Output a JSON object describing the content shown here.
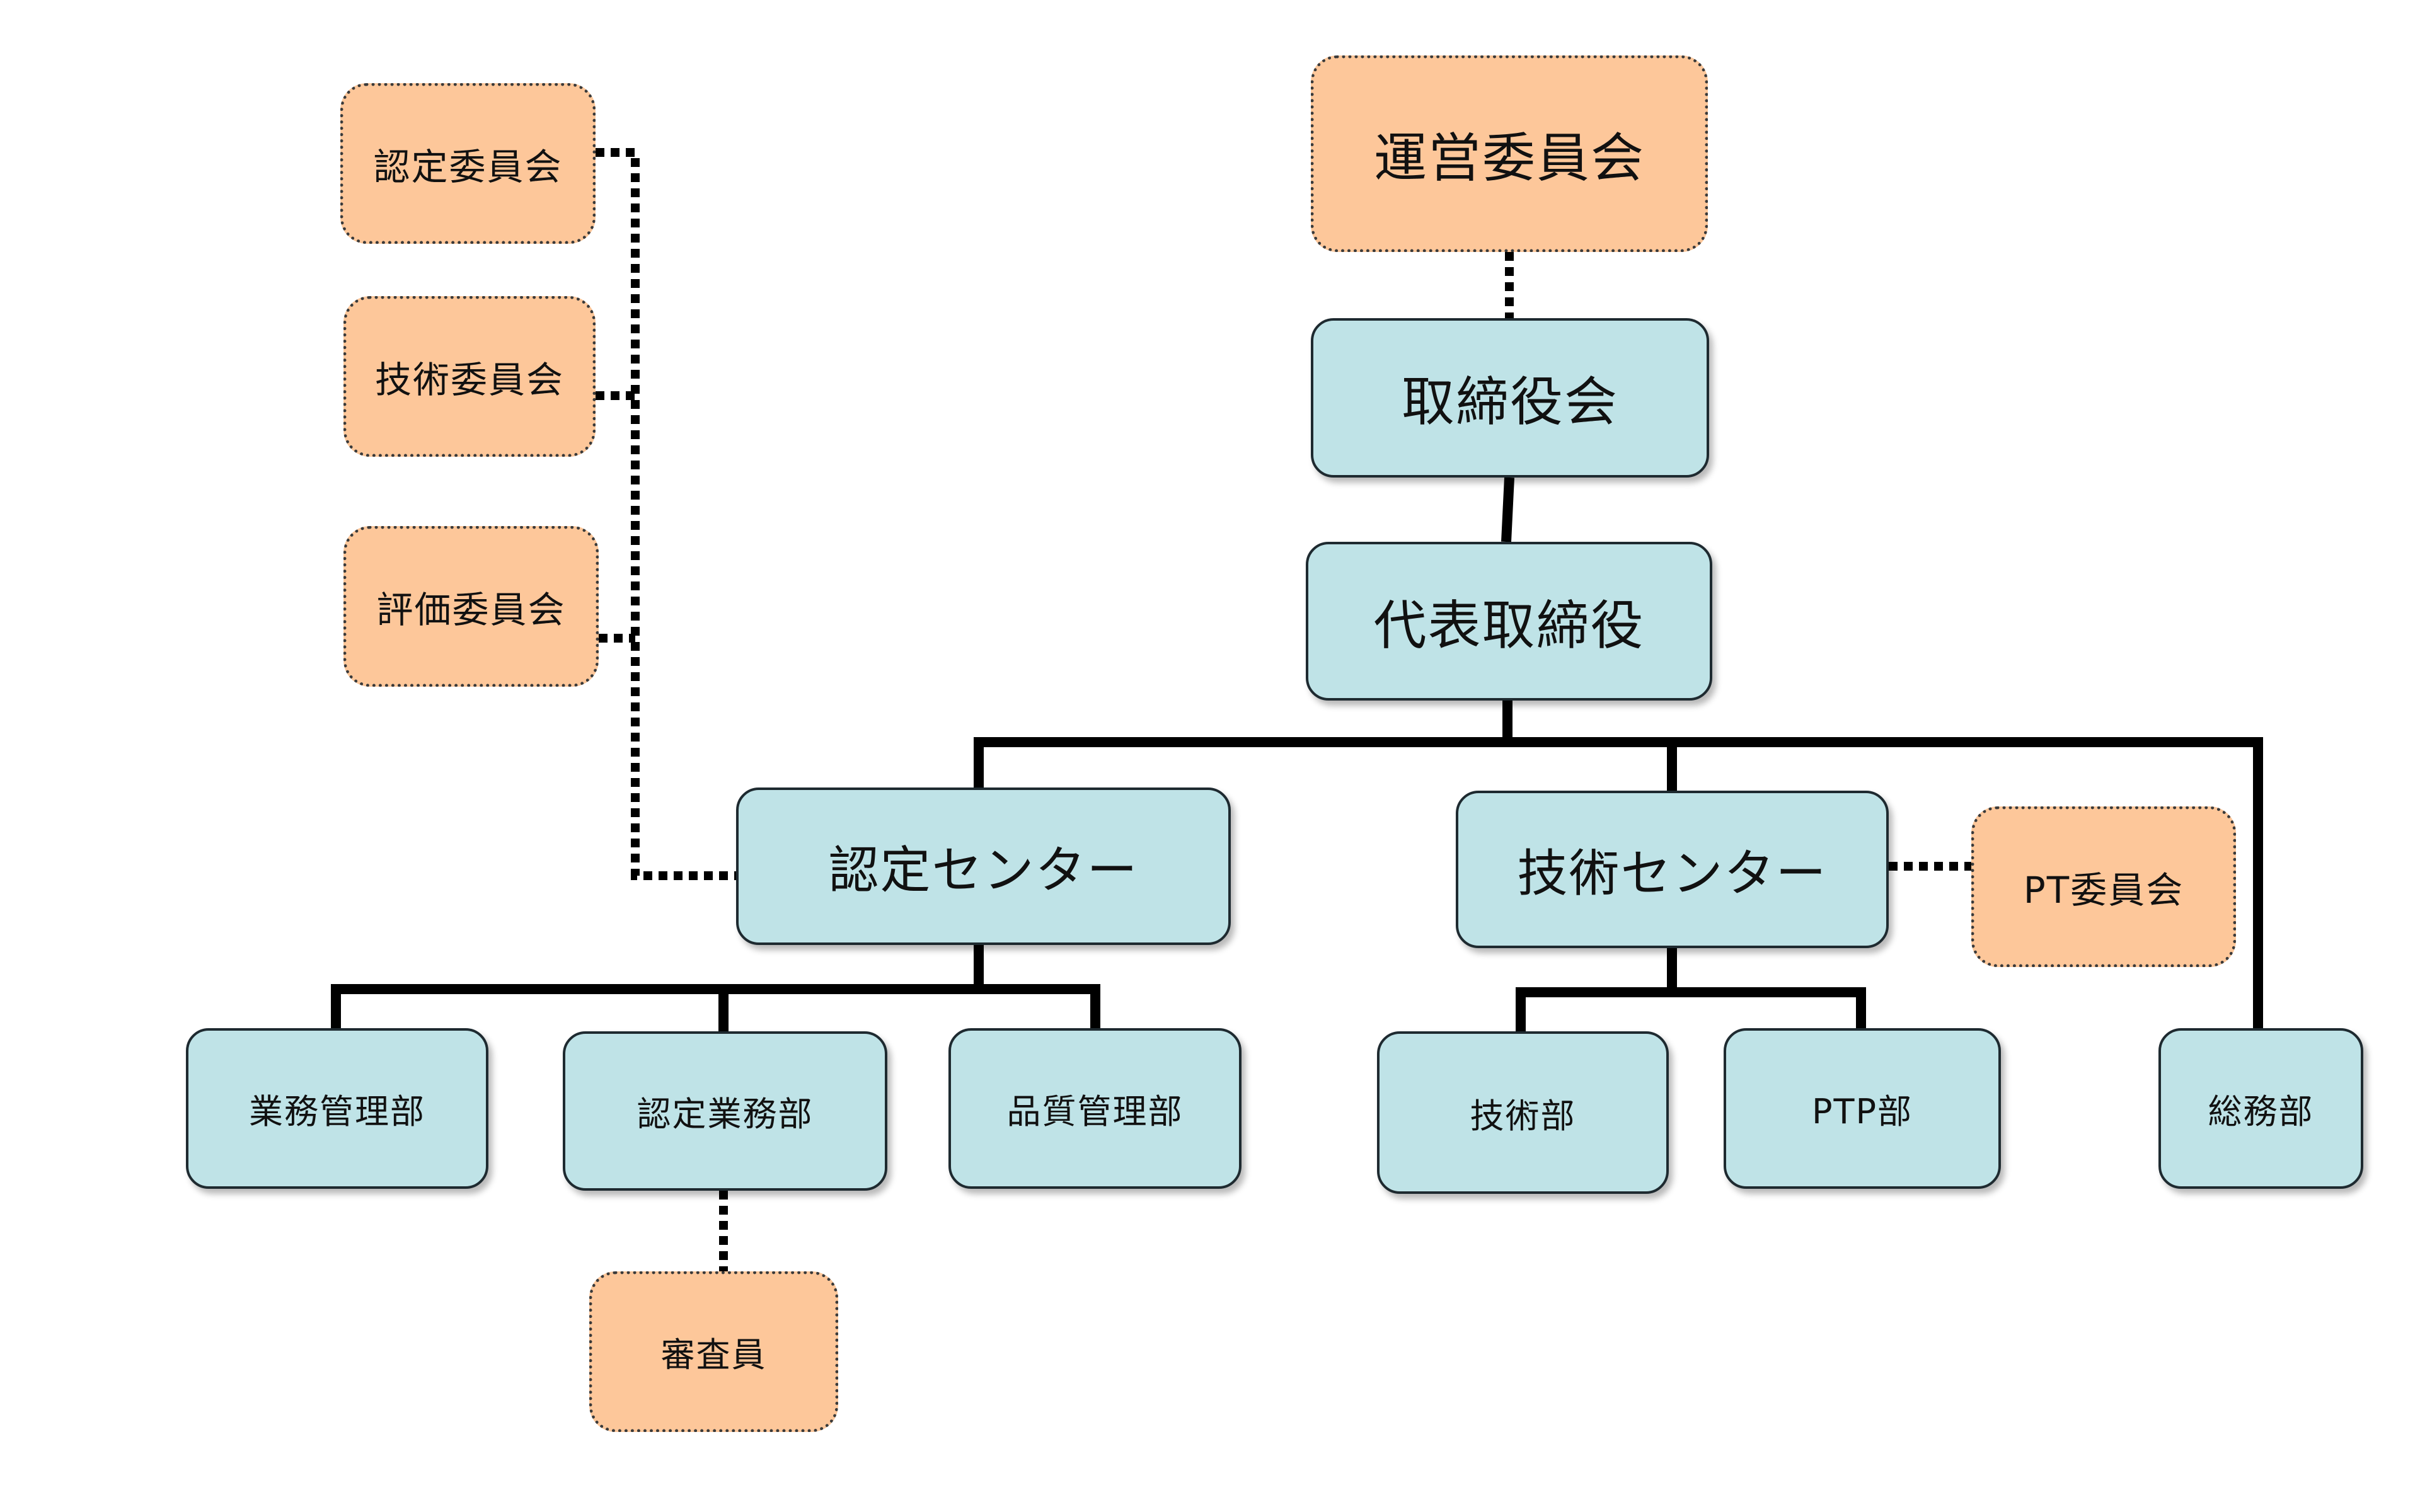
{
  "nodes": {
    "unei_iinkai": "運営委員会",
    "torishimariyakukai": "取締役会",
    "daihyo_torishimariyaku": "代表取締役",
    "nintei_iinkai": "認定委員会",
    "gijutsu_iinkai": "技術委員会",
    "hyoka_iinkai": "評価委員会",
    "nintei_center": "認定センター",
    "gijutsu_center": "技術センター",
    "pt_iinkai": "PT委員会",
    "gyomu_kanri_bu": "業務管理部",
    "nintei_gyomu_bu": "認定業務部",
    "hinshitsu_kanri_bu": "品質管理部",
    "gijutsu_bu": "技術部",
    "ptp_bu": "PTP部",
    "somu_bu": "総務部",
    "shinsain": "審査員"
  },
  "colors": {
    "unit_fill": "#bfe3e7",
    "committee_fill": "#fdc79a",
    "line": "#000000"
  },
  "relations": {
    "solid": "organizational reporting line",
    "dotted": "advisory / committee link"
  }
}
